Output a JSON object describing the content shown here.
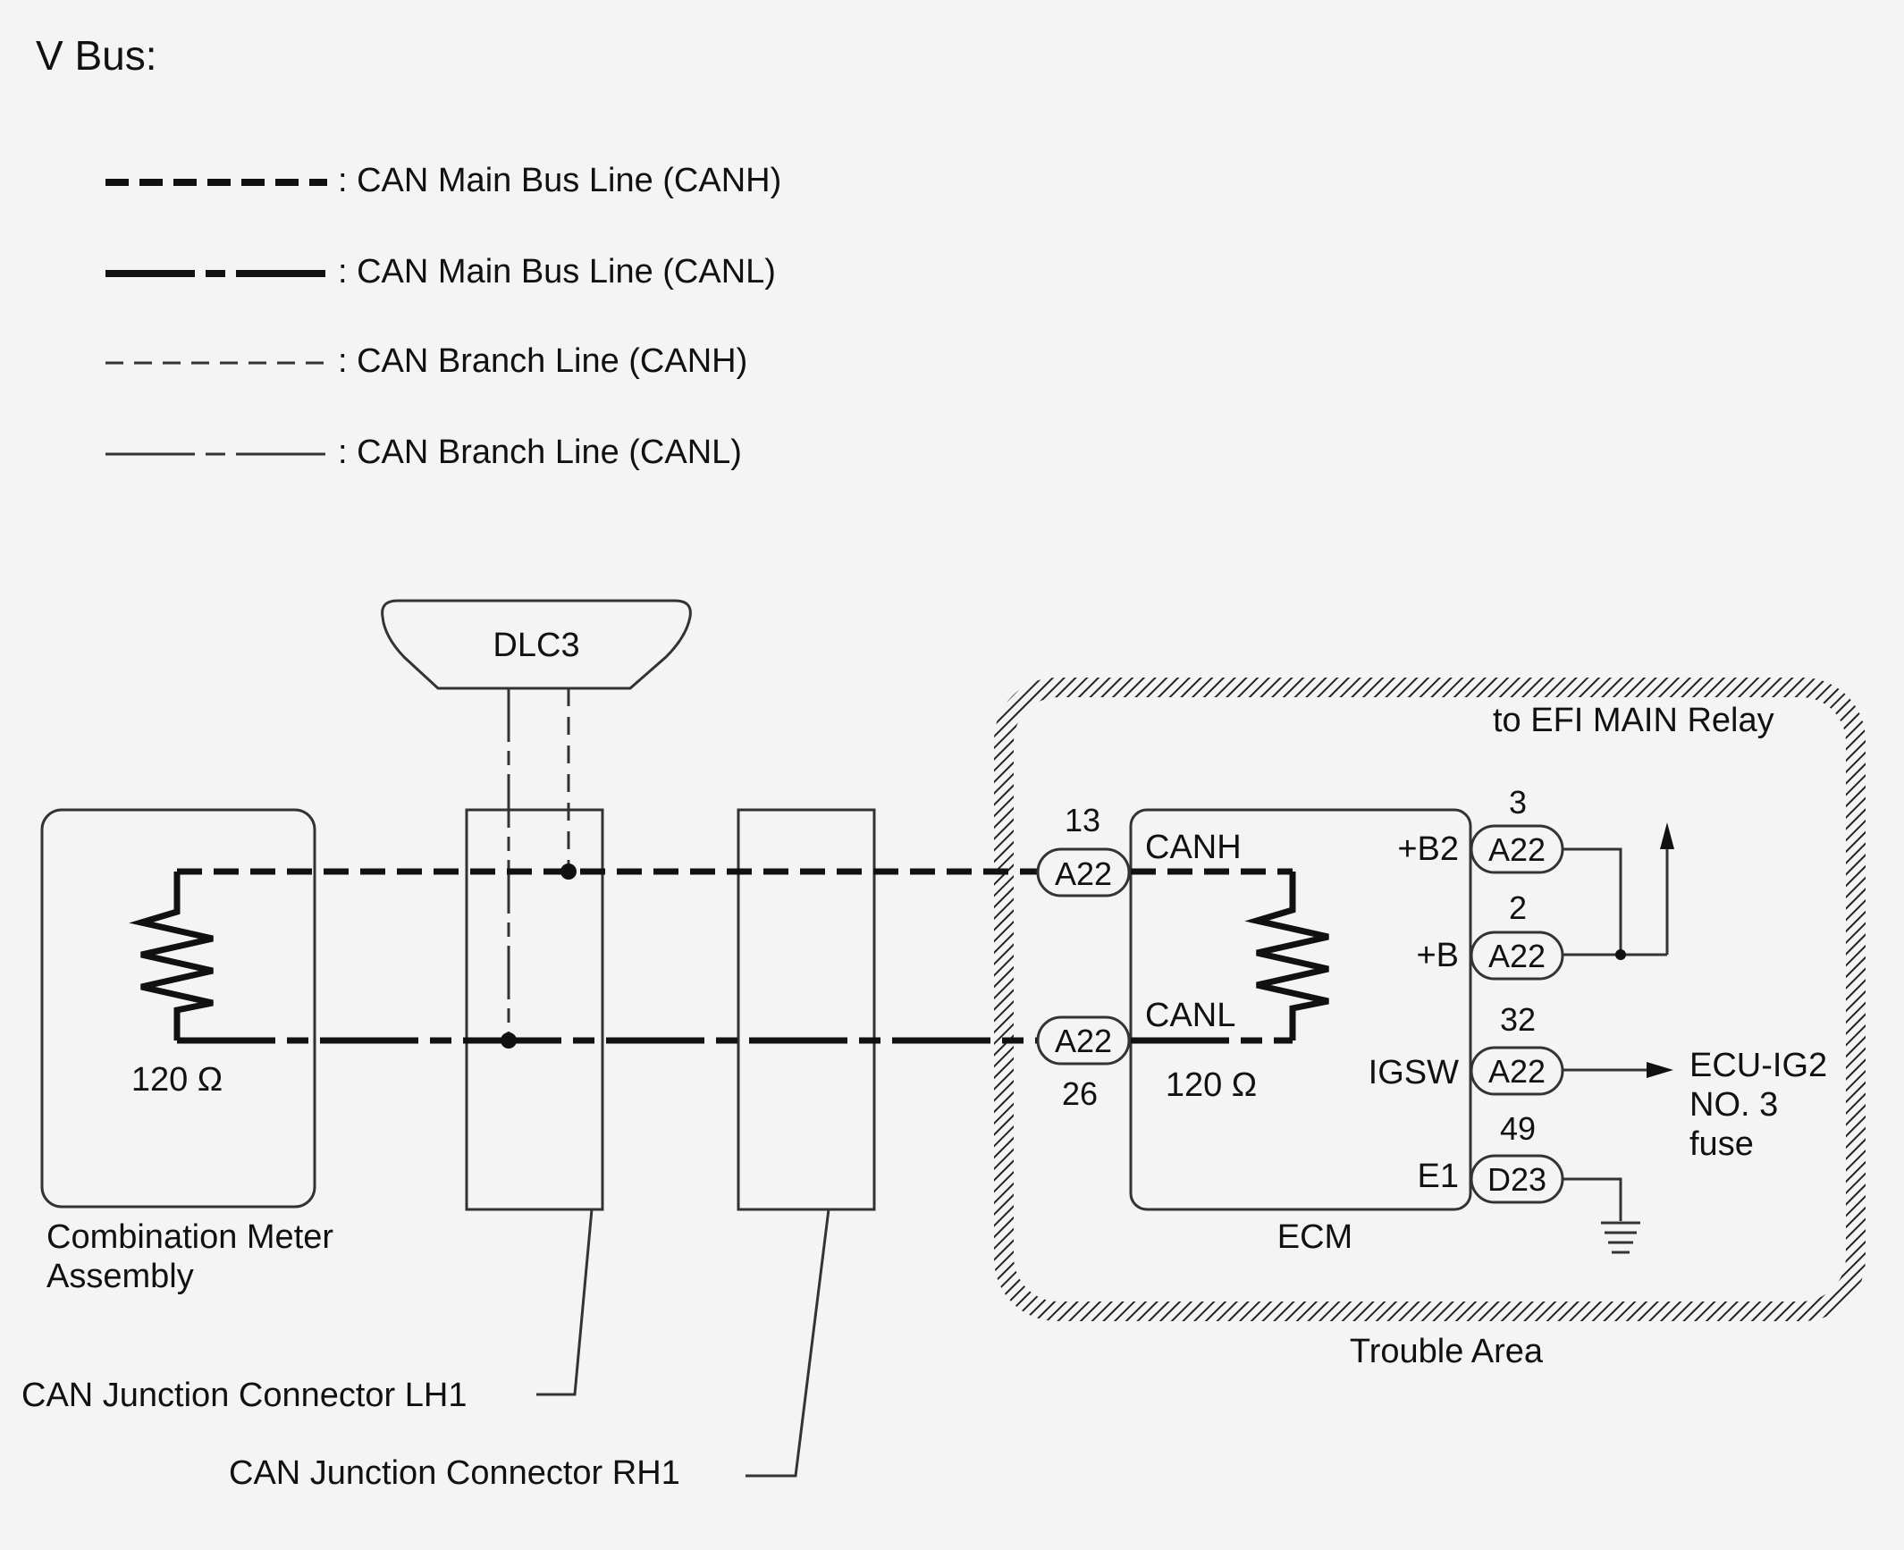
{
  "title": "V Bus:",
  "legend": [
    {
      "label": ": CAN Main Bus Line (CANH)"
    },
    {
      "label": ": CAN Main Bus Line (CANL)"
    },
    {
      "label": ": CAN Branch Line (CANH)"
    },
    {
      "label": ": CAN Branch Line (CANL)"
    }
  ],
  "components": {
    "dlc3": "DLC3",
    "meter_line1": "Combination Meter",
    "meter_line2": "Assembly",
    "meter_resistor": "120 Ω",
    "junction_lh": "CAN Junction Connector LH1",
    "junction_rh": "CAN Junction Connector RH1",
    "ecm": "ECM",
    "ecm_resistor": "120 Ω",
    "trouble_area": "Trouble Area",
    "efi_relay": "to EFI MAIN Relay",
    "fuse_line1": "ECU-IG2",
    "fuse_line2": "NO. 3",
    "fuse_line3": "fuse"
  },
  "signals": {
    "canh": "CANH",
    "canl": "CANL",
    "b2": "+B2",
    "b": "+B",
    "igsw": "IGSW",
    "e1": "E1"
  },
  "connectors": {
    "canh": {
      "id": "A22",
      "pin": "13"
    },
    "canl": {
      "id": "A22",
      "pin": "26"
    },
    "b2": {
      "id": "A22",
      "pin": "3"
    },
    "b": {
      "id": "A22",
      "pin": "2"
    },
    "igsw": {
      "id": "A22",
      "pin": "32"
    },
    "e1": {
      "id": "D23",
      "pin": "49"
    }
  }
}
